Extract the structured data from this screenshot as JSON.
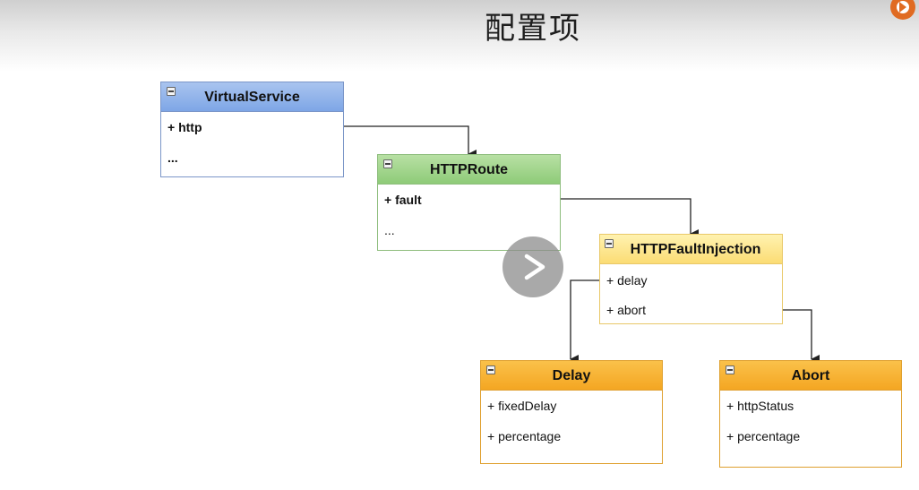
{
  "title": "配置项",
  "colors": {
    "virtualservice_header": "#8fb1ea",
    "httproute_header": "#9fd389",
    "faultinjection_header": "#fde38e",
    "leaf_header": "#f5aa2a",
    "connector": "#222222"
  },
  "logo_icon": "brand-logo-icon",
  "play_icon": "play-icon",
  "diagram": {
    "virtual_service": {
      "name": "VirtualService",
      "fields": [
        "+ http",
        "..."
      ]
    },
    "http_route": {
      "name": "HTTPRoute",
      "fields": [
        "+ fault",
        "..."
      ]
    },
    "fault_injection": {
      "name": "HTTPFaultInjection",
      "fields": [
        "+ delay",
        "+ abort"
      ]
    },
    "delay": {
      "name": "Delay",
      "fields": [
        "+ fixedDelay",
        "+ percentage"
      ]
    },
    "abort": {
      "name": "Abort",
      "fields": [
        "+ httpStatus",
        "+ percentage"
      ]
    }
  }
}
